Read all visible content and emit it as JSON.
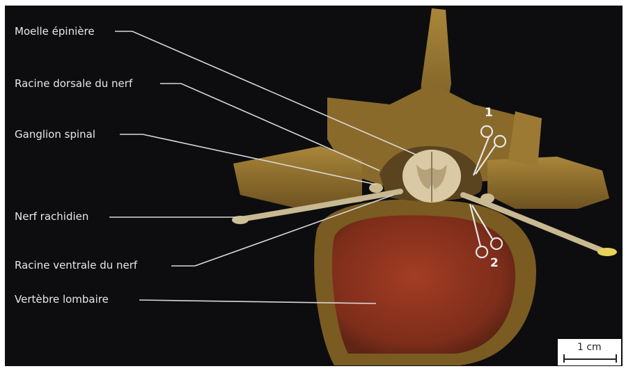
{
  "labels": {
    "spinal_cord": "Moelle épinière",
    "dorsal_root": "Racine dorsale du nerf",
    "spinal_ganglion": "Ganglion spinal",
    "spinal_nerve": "Nerf rachidien",
    "ventral_root": "Racine ventrale du nerf",
    "lumbar_vertebra": "Vertèbre lombaire"
  },
  "markers": {
    "scissors_1": "1",
    "scissors_2": "2"
  },
  "scale_bar": {
    "text": "1 cm"
  },
  "colors": {
    "background": "#0d0d0f",
    "bone": "#8a6a2a",
    "bone_light": "#b89445",
    "vertebral_body": "#9a3a22",
    "spinal_cord": "#d9c9a4",
    "nerve": "#c8b992",
    "leader_line": "#d8d8d8"
  },
  "icons": [
    "scissors-icon"
  ]
}
